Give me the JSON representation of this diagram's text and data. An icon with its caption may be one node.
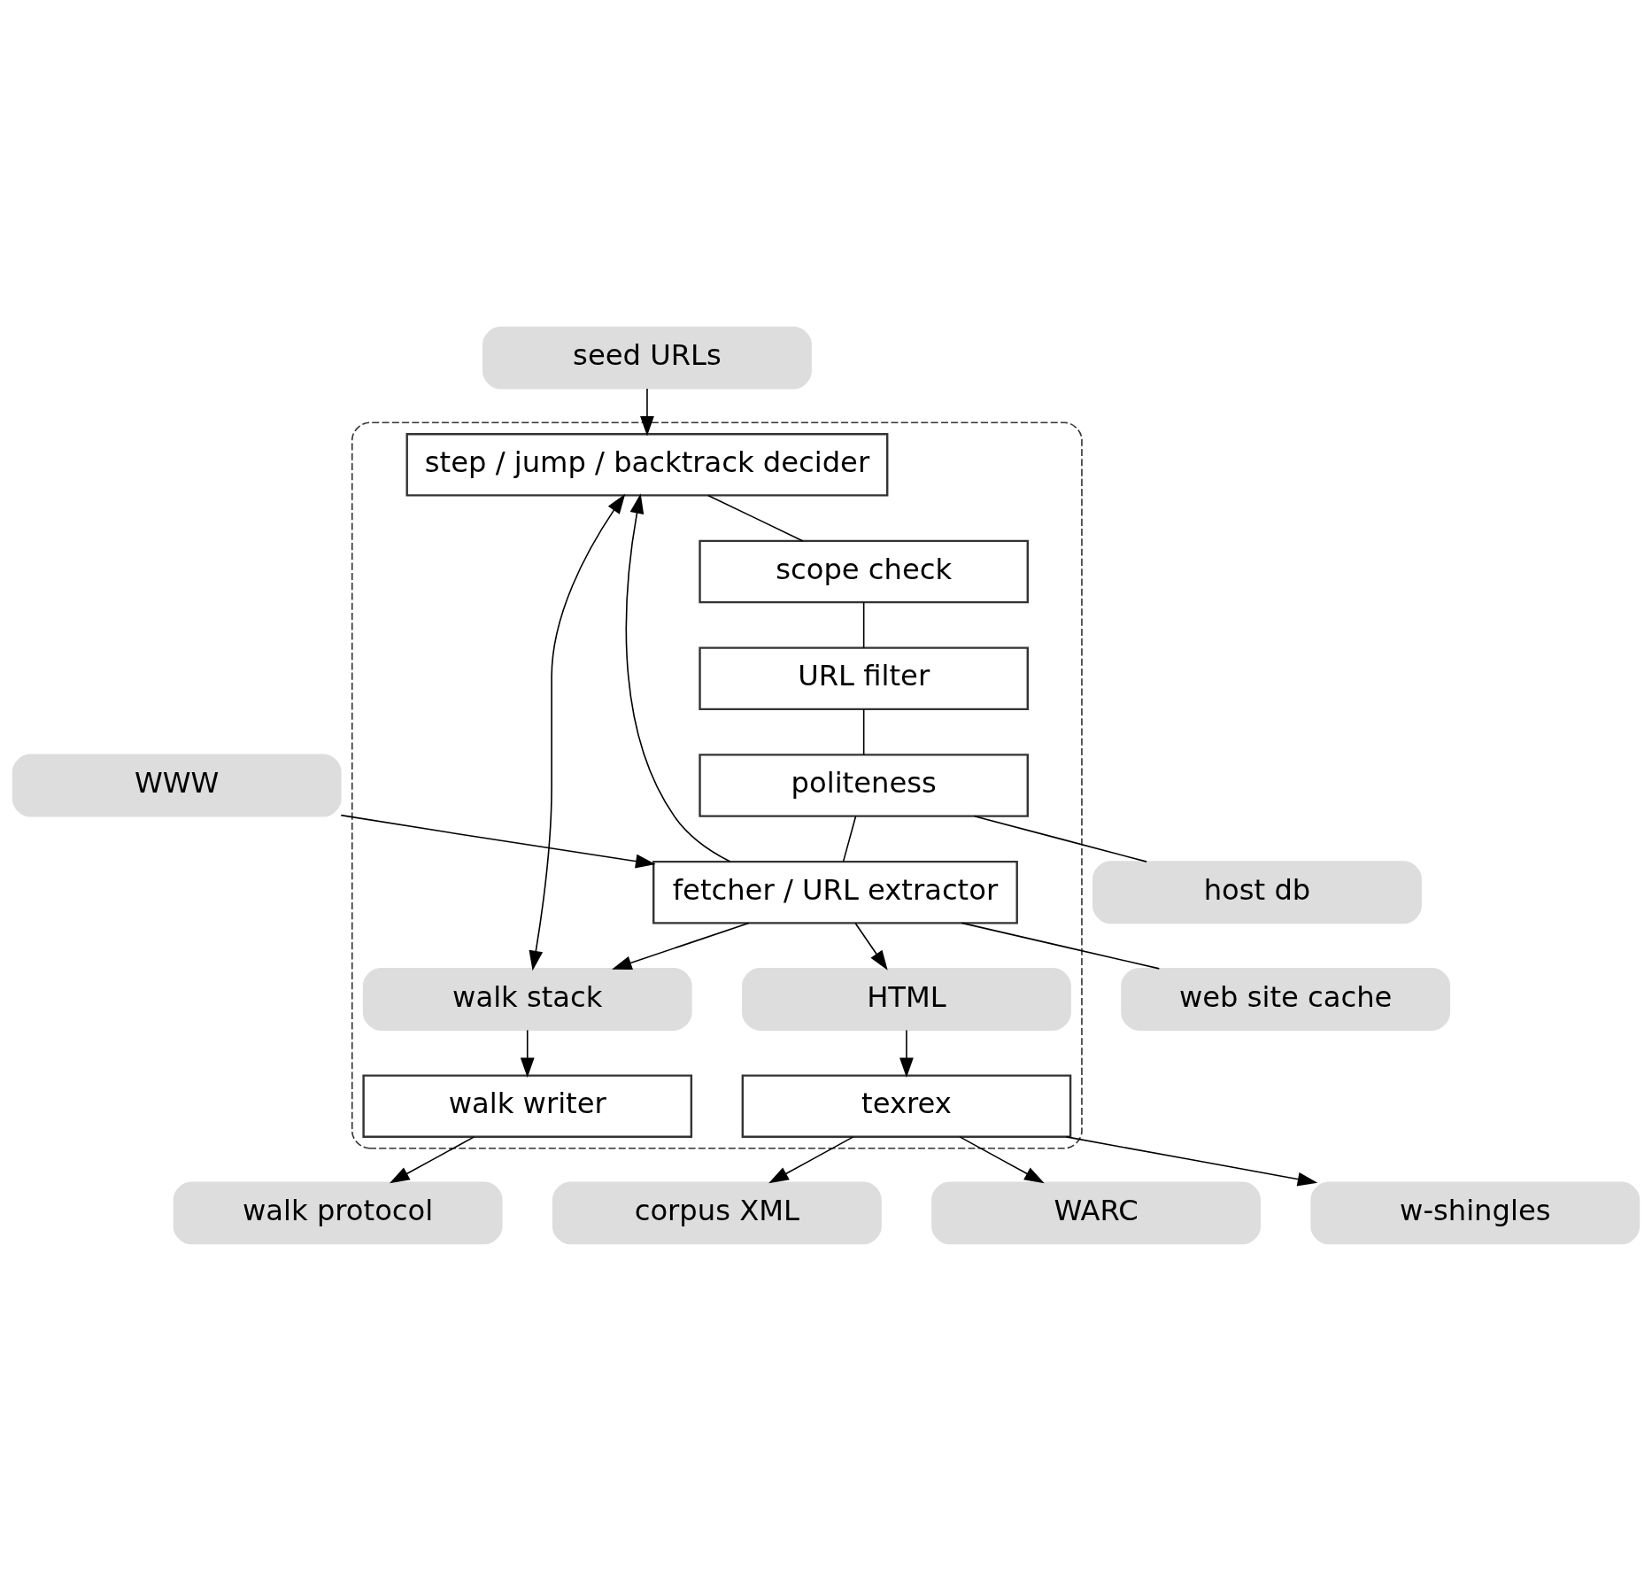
{
  "diagram": {
    "nodes": [
      {
        "text": [],
        "shape": "box"
      },
      {
        "text": [
          "step / jump / backtrack decider"
        ],
        "in": 0
      },
      {
        "text": [
          "scope check"
        ],
        "in": 0
      },
      {
        "text": [
          "URL filter"
        ],
        "in": 0
      },
      {
        "text": [
          "politeness"
        ],
        "in": 0
      },
      {
        "text": [
          "fetcher / URL extractor"
        ],
        "in": 0
      },
      {
        "text": [
          "HTML"
        ],
        "in": 0
      },
      {
        "text": [
          "walk stack"
        ],
        "in": 0
      },
      {
        "text": [
          "texrex"
        ],
        "in": 0
      },
      {
        "text": [
          "walk writer"
        ],
        "in": 0
      },
      {
        "text": [
          "seed URLs"
        ]
      },
      {
        "text": [
          "WWW"
        ]
      },
      {
        "text": [
          "host db"
        ]
      },
      {
        "text": [
          "web site cache"
        ]
      },
      {
        "text": [
          "corpus XML"
        ]
      },
      {
        "text": [
          "WARC"
        ]
      },
      {
        "text": [
          "w-shingles"
        ]
      },
      {
        "text": [
          "walk protocol"
        ]
      }
    ],
    "edges": [
      {
        "from": 10,
        "to": 1,
        "arrow": "to"
      },
      {
        "from": 1,
        "to": 2,
        "arrow": "none"
      },
      {
        "from": 2,
        "to": 3,
        "arrow": "none"
      },
      {
        "from": 3,
        "to": 4,
        "arrow": "none"
      },
      {
        "from": 4,
        "to": 5,
        "arrow": "none"
      },
      {
        "from": 4,
        "to": 12,
        "arrow": "none"
      },
      {
        "from": 11,
        "to": 5,
        "arrow": "to"
      },
      {
        "from": 5,
        "to": 13,
        "arrow": "none"
      },
      {
        "from": 5,
        "to": 1,
        "arrow": "to"
      },
      {
        "from": 5,
        "to": 6,
        "arrow": "to"
      },
      {
        "from": 5,
        "to": 7,
        "arrow": "to"
      },
      {
        "from": 1,
        "to": 7,
        "arrow": "both"
      },
      {
        "from": 6,
        "to": 8,
        "arrow": "to"
      },
      {
        "from": 7,
        "to": 9,
        "arrow": "to"
      },
      {
        "from": 8,
        "to": 14,
        "arrow": "to"
      },
      {
        "from": 8,
        "to": 15,
        "arrow": "to"
      },
      {
        "from": 8,
        "to": 16,
        "arrow": "to"
      },
      {
        "from": 9,
        "to": 17,
        "arrow": "to"
      }
    ]
  }
}
